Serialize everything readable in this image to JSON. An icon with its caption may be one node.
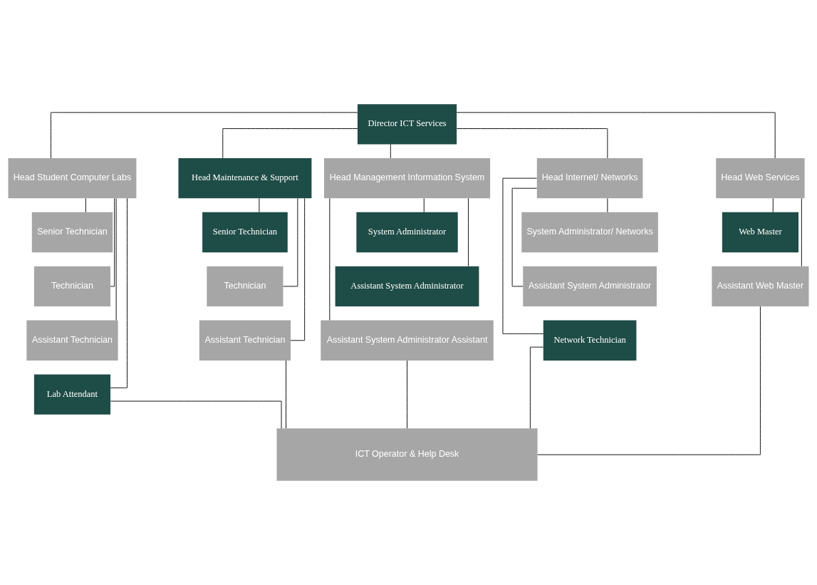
{
  "diagram": {
    "nodes": [
      {
        "text": [
          "Director ICT Services"
        ]
      },
      {
        "text": [
          "Head Student Computer Labs"
        ]
      },
      {
        "text": [
          "Head Maintenance & Support"
        ]
      },
      {
        "text": [
          "Head Management Information System"
        ]
      },
      {
        "text": [
          "Head Internet/ Networks"
        ]
      },
      {
        "text": [
          "Head Web Services"
        ]
      },
      {
        "text": [
          "Senior Technician"
        ]
      },
      {
        "text": [
          "Senior Technician"
        ]
      },
      {
        "text": [
          "System Administrator"
        ]
      },
      {
        "text": [
          "System Administrator/ Networks"
        ]
      },
      {
        "text": [
          "Web Master"
        ]
      },
      {
        "text": [
          "Technician"
        ]
      },
      {
        "text": [
          "Technician"
        ]
      },
      {
        "text": [
          "Assistant System Administrator"
        ]
      },
      {
        "text": [
          "Assistant System Administrator"
        ]
      },
      {
        "text": [
          "Assistant Web Master"
        ]
      },
      {
        "text": [
          "Assistant Technician"
        ]
      },
      {
        "text": [
          "Assistant Technician"
        ]
      },
      {
        "text": [
          "Assistant System Administrator Assistant"
        ]
      },
      {
        "text": [
          "Network Technician"
        ]
      },
      {
        "text": [
          "Lab Attendant"
        ]
      },
      {
        "text": [
          "ICT Operator & Help Desk"
        ]
      }
    ],
    "edges": [
      {
        "from": 0,
        "to": 1,
        "arrow": "none"
      },
      {
        "from": 0,
        "to": 2,
        "arrow": "none"
      },
      {
        "from": 0,
        "to": 3,
        "arrow": "none"
      },
      {
        "from": 0,
        "to": 4,
        "arrow": "none"
      },
      {
        "from": 0,
        "to": 5,
        "arrow": "none"
      },
      {
        "from": 1,
        "to": 6,
        "arrow": "none"
      },
      {
        "from": 1,
        "to": 11,
        "arrow": "none"
      },
      {
        "from": 1,
        "to": 16,
        "arrow": "none"
      },
      {
        "from": 1,
        "to": 20,
        "arrow": "none"
      },
      {
        "from": 2,
        "to": 7,
        "arrow": "none"
      },
      {
        "from": 2,
        "to": 12,
        "arrow": "none"
      },
      {
        "from": 2,
        "to": 17,
        "arrow": "none"
      },
      {
        "from": 3,
        "to": 8,
        "arrow": "none"
      },
      {
        "from": 3,
        "to": 13,
        "arrow": "none"
      },
      {
        "from": 3,
        "to": 18,
        "arrow": "none"
      },
      {
        "from": 4,
        "to": 9,
        "arrow": "none"
      },
      {
        "from": 4,
        "to": 14,
        "arrow": "none"
      },
      {
        "from": 4,
        "to": 19,
        "arrow": "none"
      },
      {
        "from": 5,
        "to": 10,
        "arrow": "none"
      },
      {
        "from": 5,
        "to": 15,
        "arrow": "none"
      },
      {
        "from": 17,
        "to": 21,
        "arrow": "none"
      },
      {
        "from": 18,
        "to": 21,
        "arrow": "none"
      },
      {
        "from": 19,
        "to": 21,
        "arrow": "none"
      },
      {
        "from": 15,
        "to": 21,
        "arrow": "none"
      },
      {
        "from": 20,
        "to": 21,
        "arrow": "none"
      }
    ]
  }
}
